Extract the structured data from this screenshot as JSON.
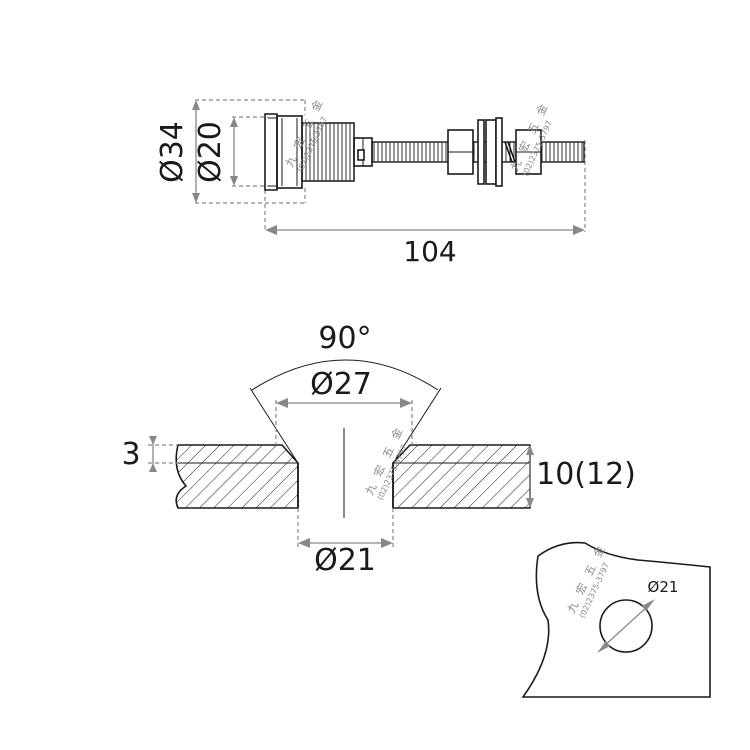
{
  "side_view": {
    "outer_diameter": "Ø34",
    "inner_diameter": "Ø20",
    "length": "104"
  },
  "section_view": {
    "countersink_angle": "90°",
    "countersink_diameter": "Ø27",
    "depth": "3",
    "thickness": "10(12)",
    "hole_diameter": "Ø21"
  },
  "top_view": {
    "hole_diameter": "Ø21"
  },
  "watermark": {
    "name": "九 宏 五 金",
    "phone": "(02)2375-3797"
  }
}
